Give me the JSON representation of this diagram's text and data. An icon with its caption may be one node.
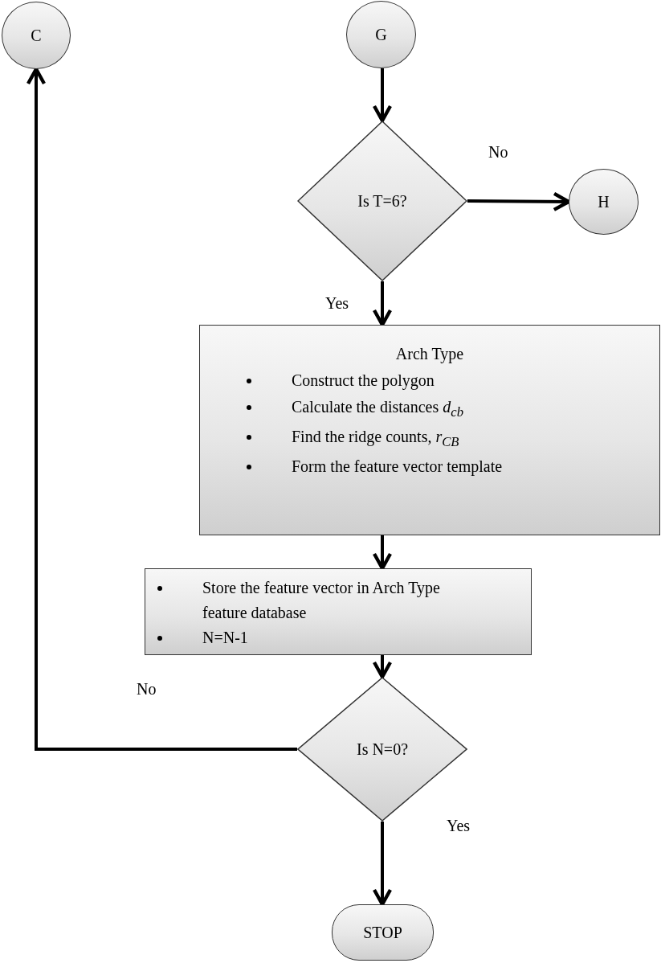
{
  "diagram": {
    "nodes": [
      {
        "text": [
          "C"
        ]
      },
      {
        "text": [
          "G"
        ]
      },
      {
        "text": [
          "Is T=6?"
        ]
      },
      {
        "text": [
          "H"
        ]
      },
      {
        "text": [
          "Arch Type",
          "Construct the polygon",
          "Calculate the distances *d*$_{cb}$",
          "Find the ridge counts, *r*$_{CB}$",
          "Form the feature vector template"
        ]
      },
      {
        "text": [
          "Store the feature vector in Arch Type feature database",
          "N=N-1"
        ]
      },
      {
        "text": [
          "Is N=0?"
        ]
      },
      {
        "text": [
          "STOP"
        ]
      }
    ],
    "edges": [
      {
        "from": 1,
        "to": 2,
        "arrow": "to"
      },
      {
        "from": 2,
        "to": 3,
        "arrow": "to",
        "label": "No"
      },
      {
        "from": 2,
        "to": 4,
        "arrow": "to",
        "label": "Yes"
      },
      {
        "from": 4,
        "to": 5,
        "arrow": "to"
      },
      {
        "from": 5,
        "to": 6,
        "arrow": "to"
      },
      {
        "from": 6,
        "to": 0,
        "arrow": "to",
        "label": "No"
      },
      {
        "from": 6,
        "to": 7,
        "arrow": "to",
        "label": "Yes"
      }
    ]
  }
}
